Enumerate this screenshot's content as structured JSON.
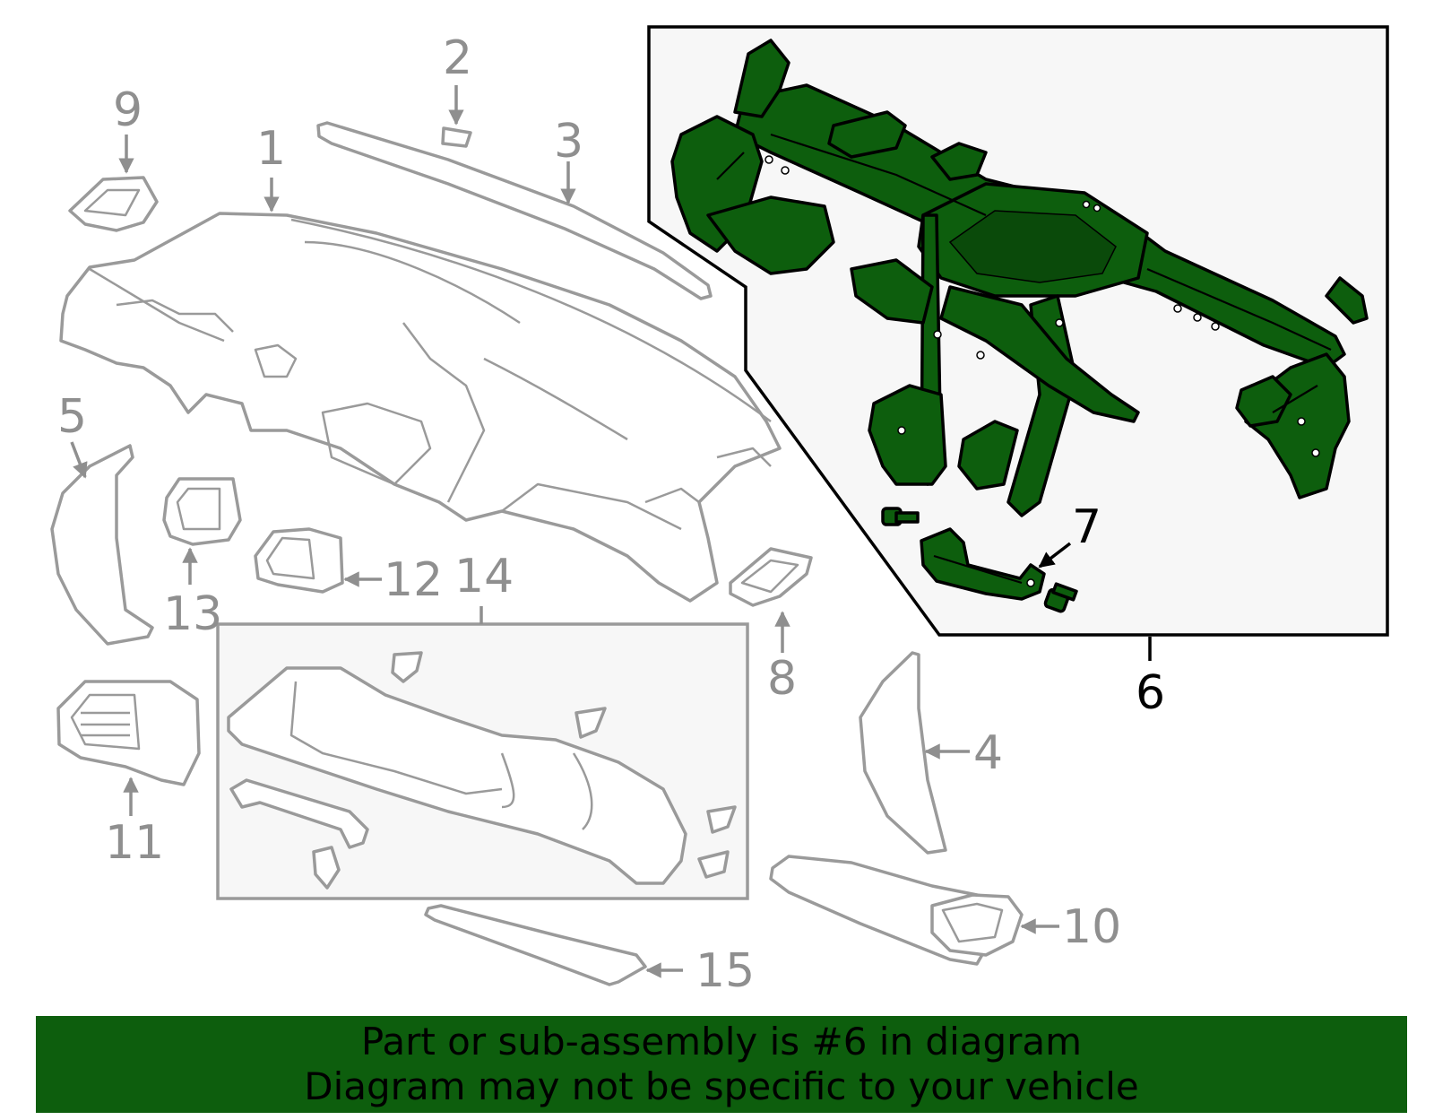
{
  "callouts": {
    "c1": "1",
    "c2": "2",
    "c3": "3",
    "c4": "4",
    "c5": "5",
    "c6": "6",
    "c7": "7",
    "c8": "8",
    "c9": "9",
    "c10": "10",
    "c11": "11",
    "c12": "12",
    "c13": "13",
    "c14": "14",
    "c15": "15"
  },
  "banner": {
    "line1": "Part or sub-assembly is #6 in diagram",
    "line2": "Diagram may not be specific to your vehicle"
  },
  "colors": {
    "highlight": "#0d5e0d",
    "outline_gray": "#9a9a9a",
    "inset_bg": "#f7f7f7"
  }
}
